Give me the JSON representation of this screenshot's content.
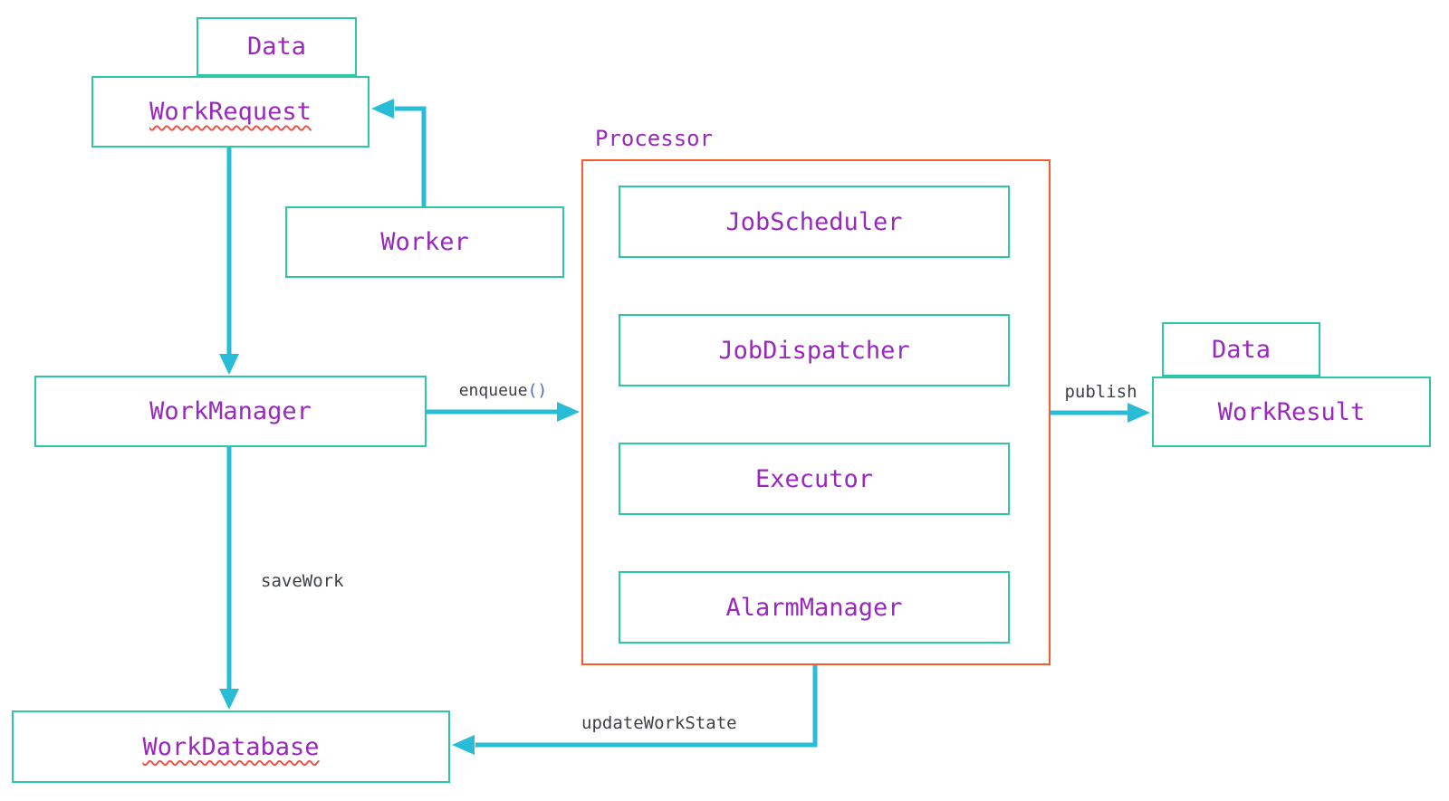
{
  "diagram": {
    "container": {
      "title": "Processor"
    },
    "nodes": {
      "data_left": {
        "label": "Data"
      },
      "work_request": {
        "label": "WorkRequest",
        "misspelled": true
      },
      "worker": {
        "label": "Worker"
      },
      "work_manager": {
        "label": "WorkManager"
      },
      "job_scheduler": {
        "label": "JobScheduler"
      },
      "job_dispatcher": {
        "label": "JobDispatcher"
      },
      "executor": {
        "label": "Executor"
      },
      "alarm_manager": {
        "label": "AlarmManager"
      },
      "data_right": {
        "label": "Data"
      },
      "work_result": {
        "label": "WorkResult"
      },
      "work_database": {
        "label": "WorkDatabase",
        "misspelled": true
      }
    },
    "edges": {
      "enqueue": {
        "label": "enqueue",
        "suffix": "()"
      },
      "publish": {
        "label": "publish"
      },
      "save_work": {
        "label": "saveWork"
      },
      "update_work_state": {
        "label": "updateWorkState"
      }
    },
    "colors": {
      "box_border": "#2ec7a5",
      "arrow": "#29bcd6",
      "container_border": "#f85c2c",
      "node_text": "#9929bd",
      "edge_text": "#3d4146",
      "parens_text": "#4a66d8",
      "squiggle": "#ec544a",
      "canvas_bg": "#ffffff"
    }
  }
}
